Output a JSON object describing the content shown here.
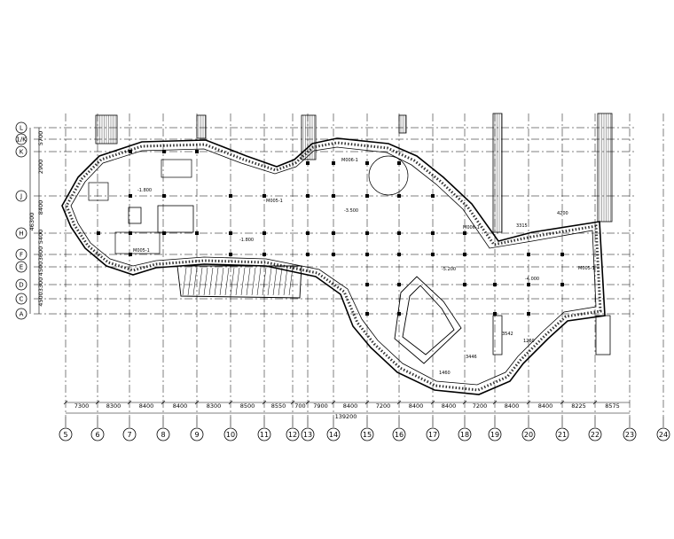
{
  "column_grid": {
    "labels": [
      "5",
      "6",
      "7",
      "8",
      "9",
      "10",
      "11",
      "12",
      "13",
      "14",
      "15",
      "16",
      "17",
      "18",
      "19",
      "20",
      "21",
      "22",
      "23",
      "24"
    ],
    "spacings": [
      "7300",
      "8300",
      "8400",
      "8400",
      "8300",
      "8500",
      "8550",
      "700",
      "7900",
      "8400",
      "7200",
      "8400",
      "8400",
      "7200",
      "8400",
      "8400",
      "8225",
      "8575"
    ],
    "total": "139200"
  },
  "row_grid": {
    "labels": [
      "L",
      "1/K",
      "K",
      "J",
      "H",
      "F",
      "E",
      "D",
      "C",
      "A"
    ],
    "spacings": [
      "5700",
      "2900",
      "8400",
      "5400",
      "3600",
      "4500",
      "3300",
      "4500"
    ],
    "side_total": "46300"
  },
  "annotations": {
    "door_labels": [
      "M005-1",
      "M006-1",
      "M005-1",
      "M006-1",
      "M005-1"
    ],
    "levels": [
      "-1.800",
      "-1.800",
      "-3.500",
      "-5.200",
      "-4.000"
    ],
    "misc_numbers": [
      "3315",
      "4200",
      "3446",
      "3542",
      "1460",
      "1260"
    ]
  }
}
